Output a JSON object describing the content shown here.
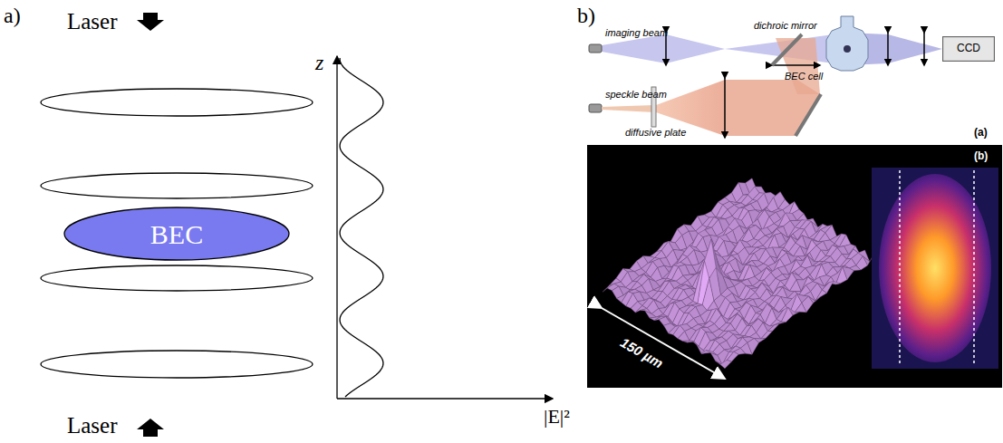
{
  "diagram": {
    "nodes": [
      {
        "text": [
          "BEC"
        ]
      },
      {
        "text": [
          "CCD"
        ]
      }
    ],
    "labels": [
      "a)",
      "Laser",
      "z",
      "|E|²",
      "Laser",
      "b)",
      "imaging beam",
      "dichroic mirror",
      "speckle beam",
      "diffusive plate",
      "BEC cell",
      "(a)",
      "(b)",
      "150 µm"
    ]
  }
}
